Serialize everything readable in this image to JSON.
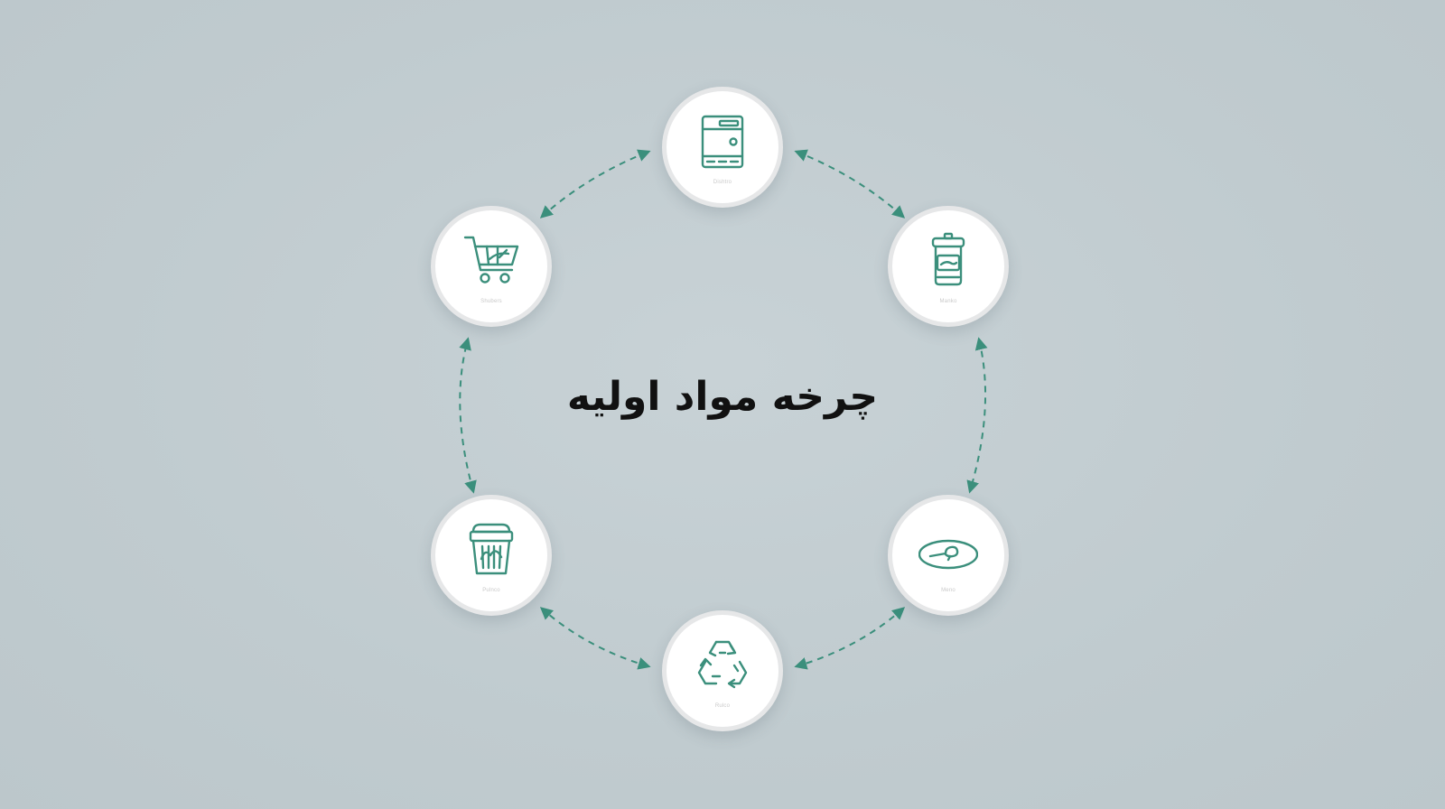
{
  "diagram": {
    "title": "چرخه مواد اولیه",
    "accent_color": "#3b8f7c",
    "nodes": [
      {
        "id": "top",
        "icon": "dishwasher-icon",
        "label": "Dishtro"
      },
      {
        "id": "right-top",
        "icon": "jar-icon",
        "label": "Manko"
      },
      {
        "id": "right-bottom",
        "icon": "plate-icon",
        "label": "Meno"
      },
      {
        "id": "bottom",
        "icon": "recycle-icon",
        "label": "Rulco"
      },
      {
        "id": "left-bottom",
        "icon": "basket-icon",
        "label": "Pulnco"
      },
      {
        "id": "left-top",
        "icon": "shopping-cart-icon",
        "label": "Shubers"
      }
    ]
  }
}
